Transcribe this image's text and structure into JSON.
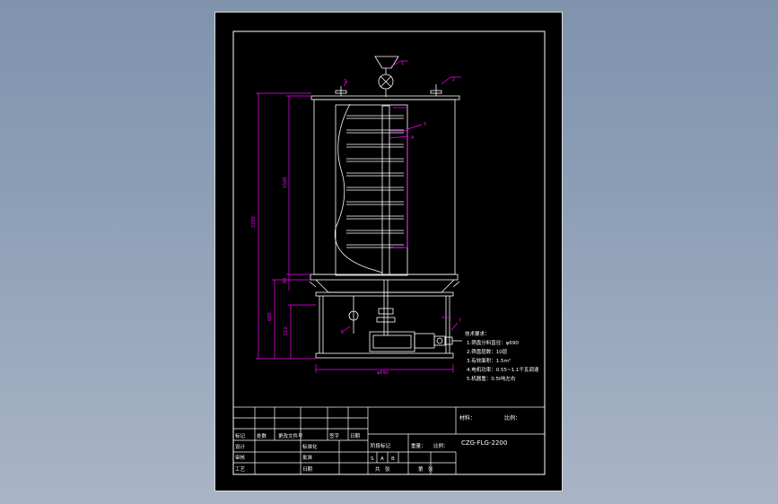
{
  "drawing": {
    "tech_requirements": {
      "title": "技术要求：",
      "items": [
        "1.筛盘分料直径：φ690",
        "2.筛盘层数：10层",
        "3.有效面积：1.5m²",
        "4.电机功率：0.55~1.1千瓦调速",
        "5.机器重：0.5t吨左右"
      ]
    },
    "title_block": {
      "material_label": "材料：",
      "scale_label": "比例：",
      "drawing_no": "CZG-FLG-2200",
      "weight_label": "重量：",
      "scale_label2": "比例：",
      "sheets_label": "共　张",
      "sheet_label": "第　张",
      "mark_label": "阶段标记",
      "stage_marks": [
        "S",
        "A",
        "B"
      ],
      "header_cells": [
        "标记",
        "处数",
        "更改文件号",
        "签字",
        "日期"
      ],
      "roles": [
        "设计",
        "审核",
        "工艺",
        "标准化",
        "批准",
        "日期"
      ]
    }
  }
}
